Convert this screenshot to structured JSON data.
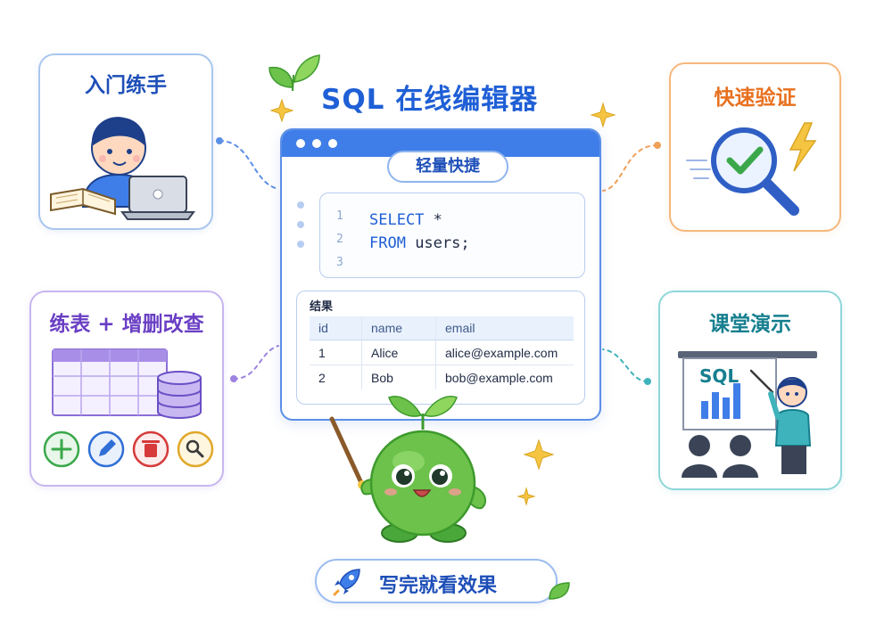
{
  "title": "SQL 在线编辑器",
  "editor": {
    "subtitle": "轻量快捷",
    "line_numbers": [
      "1",
      "2",
      "3"
    ],
    "code": {
      "line1_keyword": "SELECT",
      "line1_rest": " *",
      "line2_keyword": "FROM",
      "line2_rest": " users;"
    },
    "result_label": "结果",
    "table": {
      "columns": [
        "id",
        "name",
        "email"
      ],
      "rows": [
        [
          "1",
          "Alice",
          "alice@example.com"
        ],
        [
          "2",
          "Bob",
          "bob@example.com"
        ]
      ]
    }
  },
  "features": {
    "beginner": "入门练手",
    "verify": "快速验证",
    "tables": "练表 + 增删改查",
    "classroom": "课堂演示"
  },
  "classroom_board_text": "SQL",
  "tagline": "写完就看效果",
  "icons": [
    "rocket-icon",
    "leaf-icon",
    "sparkle-icon",
    "magnifier-check-icon",
    "lightning-icon",
    "database-icon",
    "add-icon",
    "edit-icon",
    "delete-icon",
    "search-icon"
  ],
  "colors": {
    "primary_blue": "#1f5fd6",
    "orange": "#e8701f",
    "purple": "#6a3fc4",
    "teal": "#167f8f",
    "mascot_green": "#6cc24a",
    "sparkle_yellow": "#f5c542"
  }
}
